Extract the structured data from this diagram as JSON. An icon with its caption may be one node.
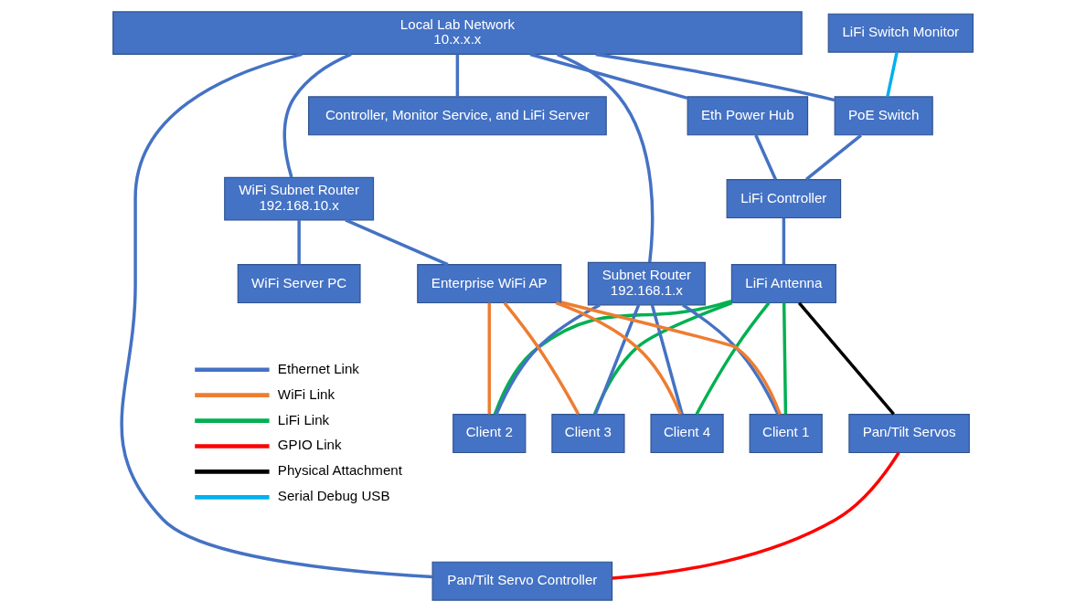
{
  "diagram": {
    "nodes": [
      {
        "text": [
          "Local Lab Network",
          "10.x.x.x"
        ]
      },
      {
        "text": [
          "LiFi Switch Monitor"
        ]
      },
      {
        "text": [
          "PoE Switch"
        ]
      },
      {
        "text": [
          "Eth Power Hub"
        ]
      },
      {
        "text": [
          "WiFi Subnet Router",
          "192.168.10.x"
        ]
      },
      {
        "text": [
          "WiFi Server PC"
        ]
      },
      {
        "text": [
          "Controller, Monitor Service, and LiFi Server"
        ]
      },
      {
        "text": [
          "LiFi Controller"
        ]
      },
      {
        "text": [
          "LiFi Antenna"
        ]
      },
      {
        "text": [
          "Pan/Tilt Servos"
        ]
      },
      {
        "text": [
          "Pan/Tilt Servo Controller"
        ]
      },
      {
        "text": [
          "Subnet Router",
          "192.168.1.x"
        ]
      },
      {
        "text": [
          "Enterprise WiFi AP"
        ]
      },
      {
        "text": [
          "Client 1"
        ]
      },
      {
        "text": [
          "Client 2"
        ]
      },
      {
        "text": [
          "Client 3"
        ]
      },
      {
        "text": [
          "Client 4"
        ]
      }
    ],
    "edges": [
      {
        "from": 0,
        "to": 11,
        "arrow": "none"
      },
      {
        "from": 0,
        "to": 2,
        "arrow": "none"
      },
      {
        "from": 0,
        "to": 3,
        "arrow": "none"
      },
      {
        "from": 0,
        "to": 4,
        "arrow": "none"
      },
      {
        "from": 0,
        "to": 10,
        "arrow": "none"
      },
      {
        "from": 0,
        "to": 6,
        "arrow": "none"
      },
      {
        "from": 1,
        "to": 2,
        "arrow": "none",
        "color": "#00b0f0"
      },
      {
        "from": 2,
        "to": 7,
        "arrow": "none"
      },
      {
        "from": 3,
        "to": 7,
        "arrow": "none"
      },
      {
        "from": 4,
        "to": 5,
        "arrow": "none"
      },
      {
        "from": 7,
        "to": 8,
        "arrow": "none"
      },
      {
        "from": 4,
        "to": 12,
        "arrow": "none"
      },
      {
        "from": 8,
        "to": 9,
        "arrow": "none",
        "color": "#000000"
      },
      {
        "from": 9,
        "to": 10,
        "arrow": "none",
        "color": "#ff0000"
      },
      {
        "from": 8,
        "to": 13,
        "arrow": "none",
        "color": "#00b050"
      },
      {
        "from": 8,
        "to": 14,
        "arrow": "none",
        "color": "#00b050"
      },
      {
        "from": 8,
        "to": 15,
        "arrow": "none",
        "color": "#00b050"
      },
      {
        "from": 8,
        "to": 16,
        "arrow": "none",
        "color": "#00b050"
      },
      {
        "from": 11,
        "to": 13,
        "arrow": "none"
      },
      {
        "from": 11,
        "to": 14,
        "arrow": "none"
      },
      {
        "from": 11,
        "to": 15,
        "arrow": "none"
      },
      {
        "from": 11,
        "to": 16,
        "arrow": "none"
      },
      {
        "from": 12,
        "to": 13,
        "arrow": "none",
        "color": "#ed7d31"
      },
      {
        "from": 12,
        "to": 14,
        "arrow": "none",
        "color": "#ed7d31"
      },
      {
        "from": 12,
        "to": 15,
        "arrow": "none",
        "color": "#ed7d31"
      },
      {
        "from": 12,
        "to": 16,
        "arrow": "none",
        "color": "#ed7d31"
      }
    ],
    "legend": [
      {
        "text": "Ethernet Link",
        "color": "#4472c4"
      },
      {
        "text": "WiFi Link",
        "color": "#ed7d31"
      },
      {
        "text": "LiFi Link",
        "color": "#00b050"
      },
      {
        "text": "GPIO Link",
        "color": "#ff0000"
      },
      {
        "text": "Physical Attachment",
        "color": "#000000"
      },
      {
        "text": "Serial Debug USB",
        "color": "#00b0f0"
      }
    ]
  }
}
